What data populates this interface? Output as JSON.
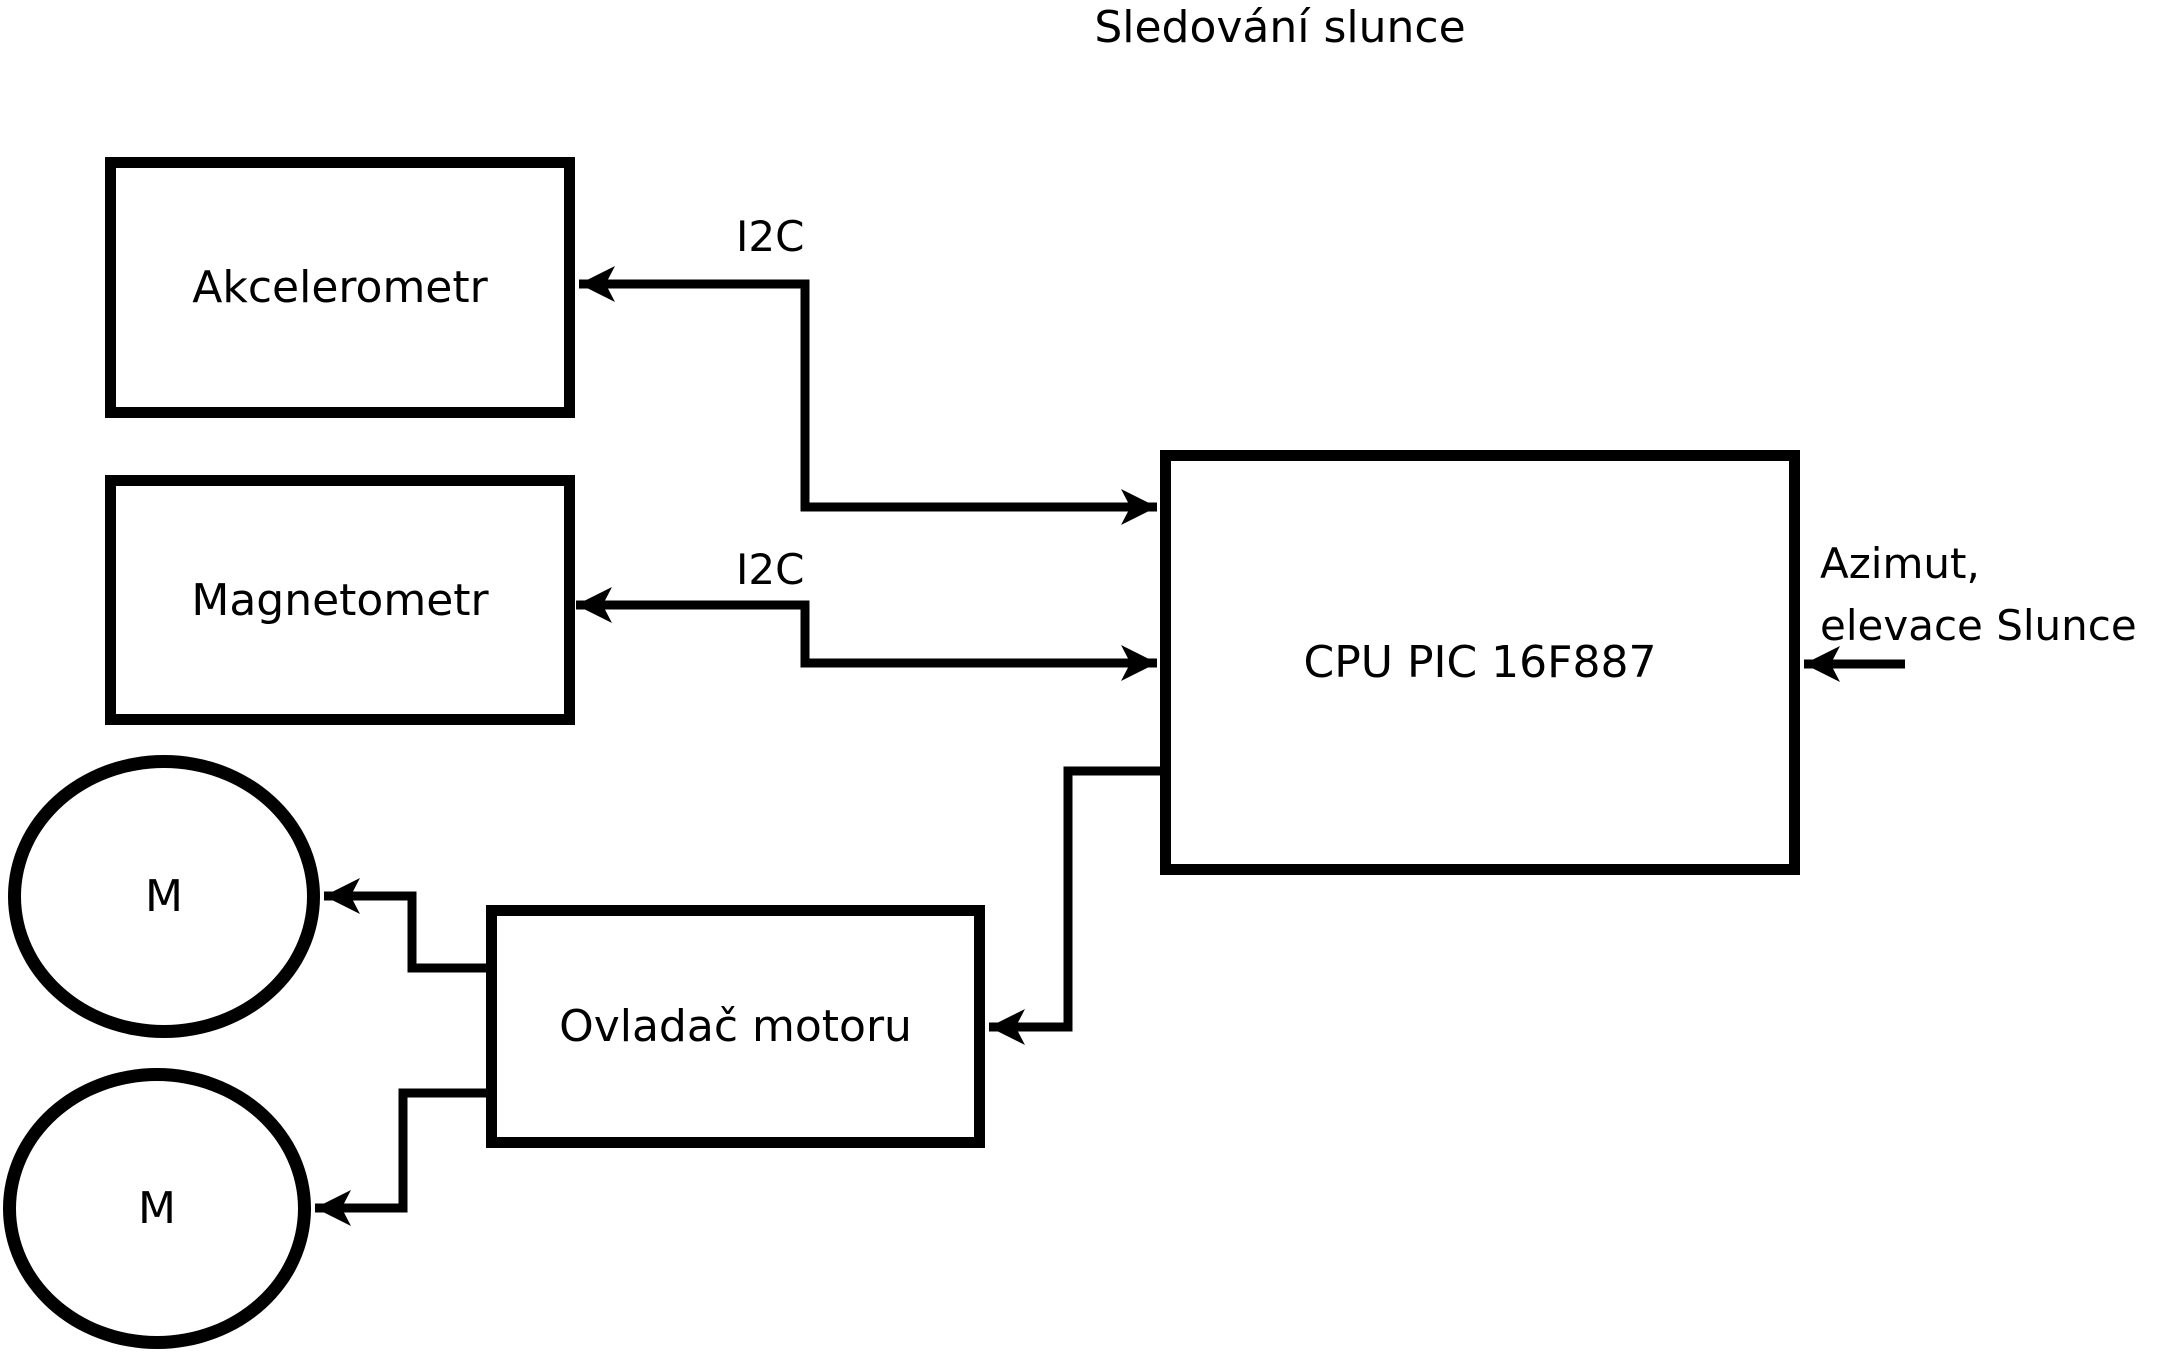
{
  "diagram": {
    "title": "Sledování slunce",
    "colors": {
      "foreground": "#000000",
      "background": "#ffffff"
    },
    "nodes": {
      "akcelerometr": {
        "label": "Akcelerometr"
      },
      "magnetometr": {
        "label": "Magnetometr"
      },
      "cpu": {
        "label": "CPU PIC 16F887"
      },
      "motor_driver": {
        "label": "Ovladač motoru"
      },
      "motor_top": {
        "label": "M"
      },
      "motor_bottom": {
        "label": "M"
      }
    },
    "edge_labels": {
      "i2c_top": "I2C",
      "i2c_bottom": "I2C",
      "azimut_line1": "Azimut,",
      "azimut_line2": "elevace Slunce"
    }
  }
}
